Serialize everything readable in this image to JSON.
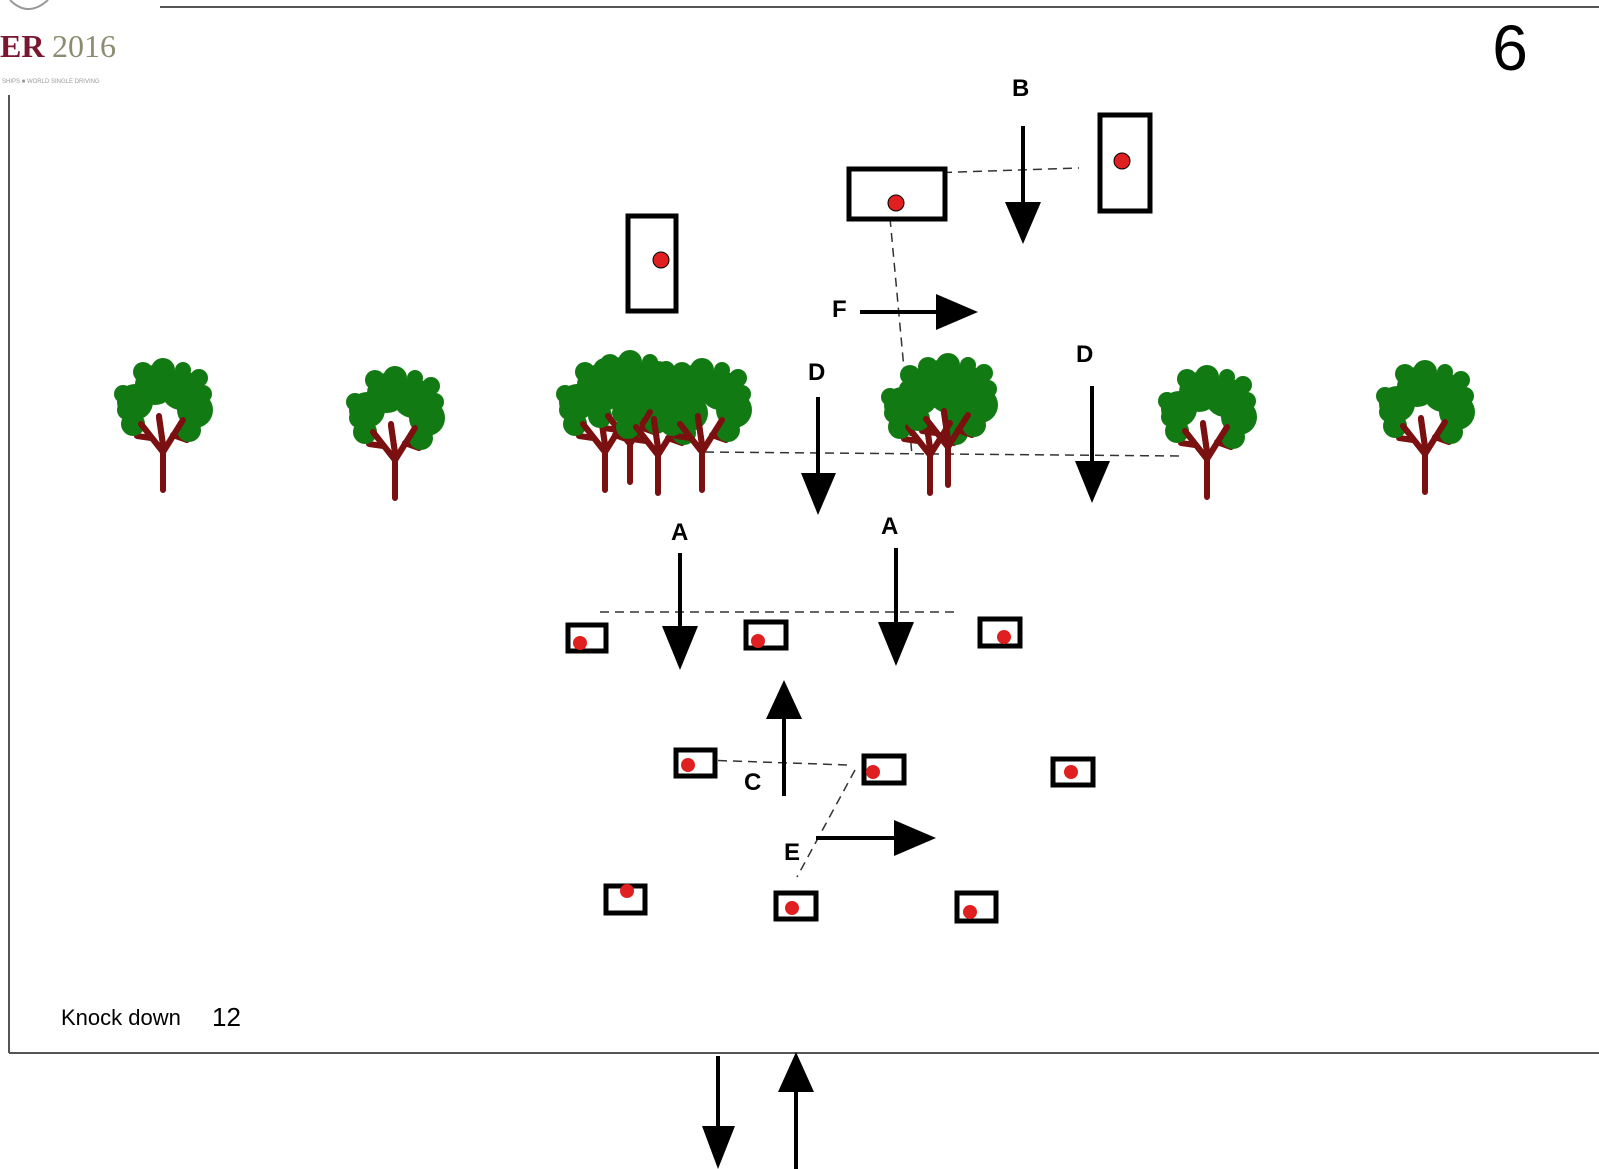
{
  "logo": {
    "brand": "ER",
    "year": "2016",
    "subtitle": "SHIPS  ■  WORLD SINGLE DRIVING"
  },
  "course_number": "6",
  "footer_note": {
    "label": "Knock down",
    "value": "12"
  },
  "gate_labels": {
    "A1": "A",
    "A2": "A",
    "B": "B",
    "C": "C",
    "D1": "D",
    "D2": "D",
    "E": "E",
    "F": "F"
  },
  "colors": {
    "cone_dot": "#e02020",
    "tree_canopy": "#127a12",
    "tree_trunk": "#7a1010",
    "outline": "#000000",
    "logo_brand": "#7a1630"
  },
  "icons": {
    "tree": "tree-icon",
    "marker": "cone-marker-icon",
    "arrow": "arrow-icon"
  }
}
